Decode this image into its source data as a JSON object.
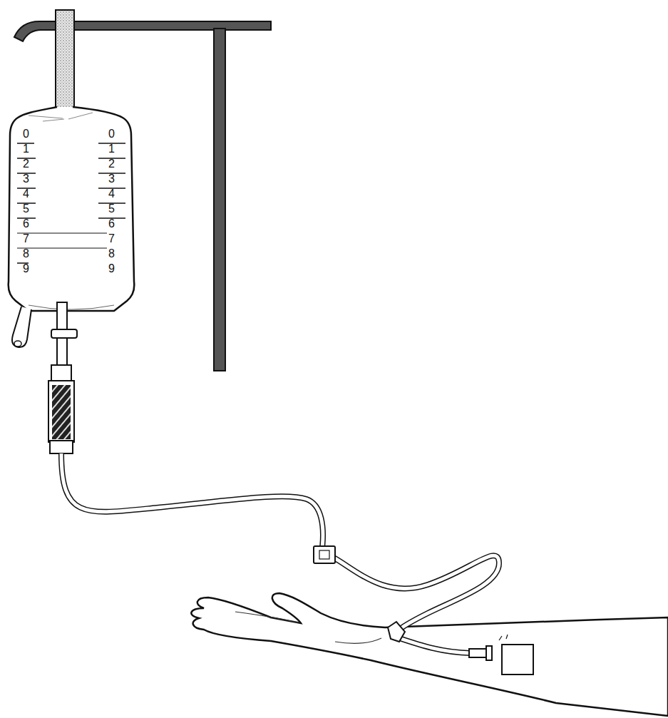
{
  "diagram": {
    "labels": [
      "0",
      "1",
      "2",
      "3",
      "4",
      "5",
      "6",
      "7",
      "8",
      "9",
      "0",
      "1",
      "2",
      "3",
      "4",
      "5",
      "6",
      "7",
      "8",
      "9"
    ]
  }
}
